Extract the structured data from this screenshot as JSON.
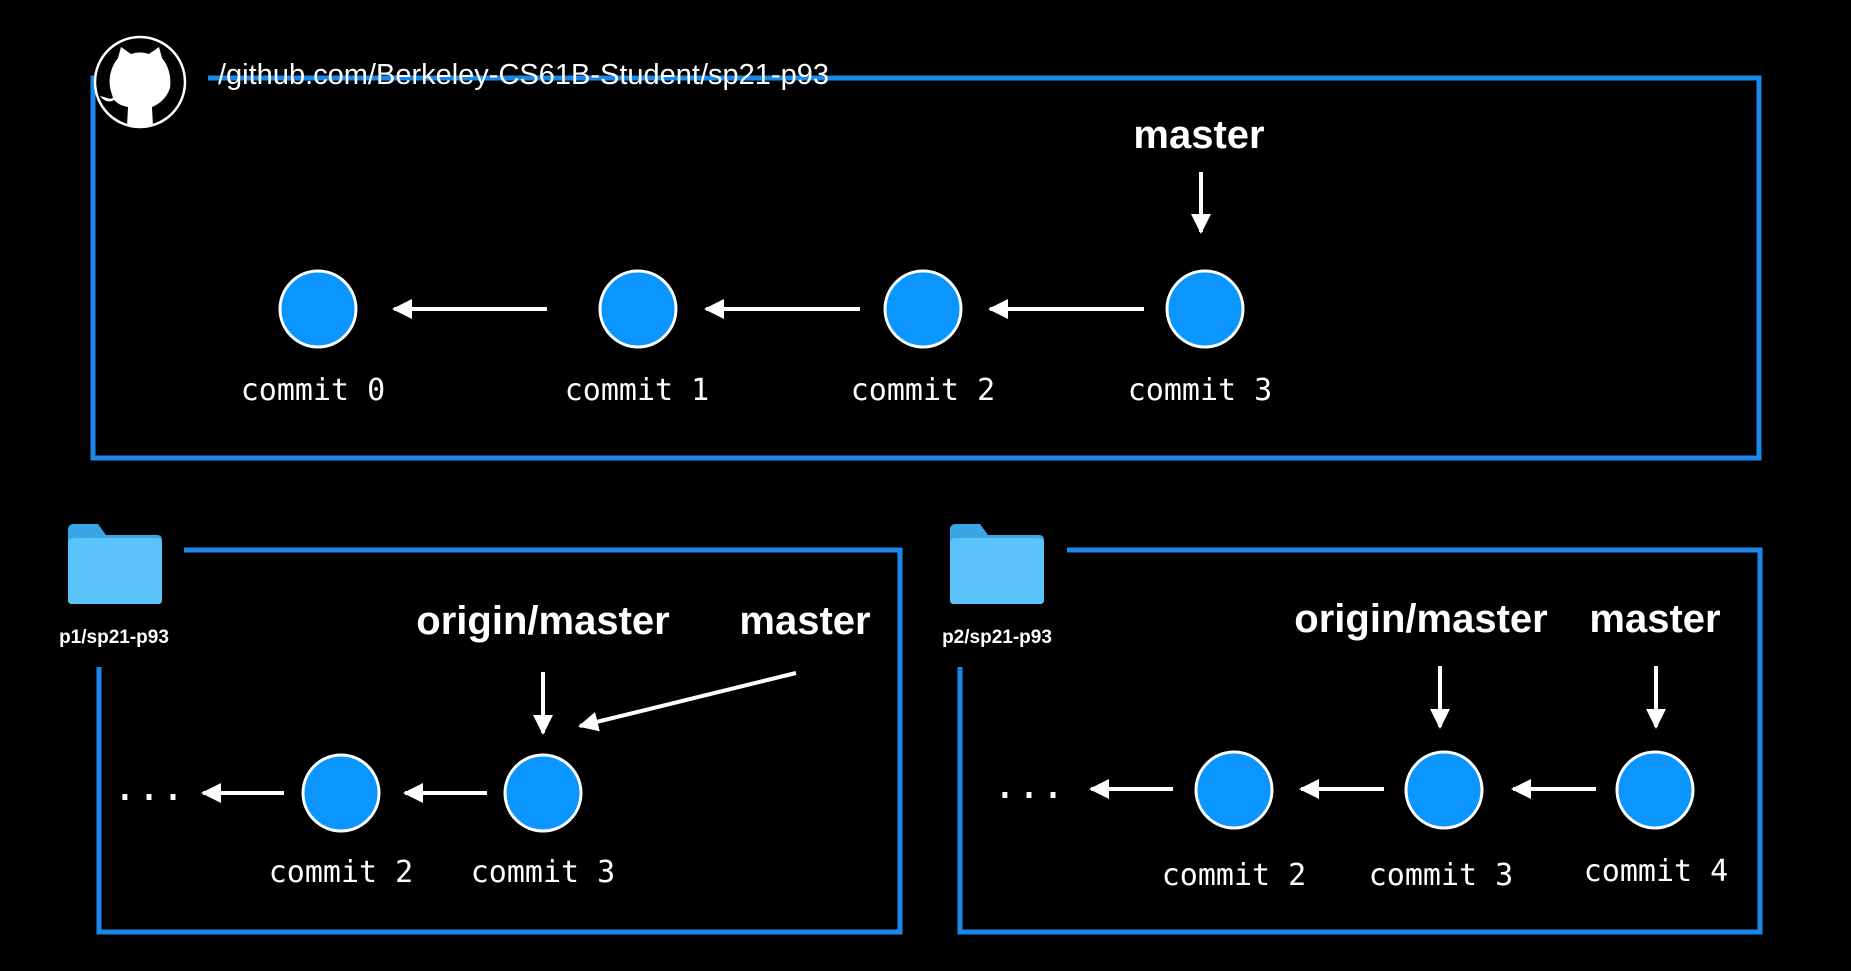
{
  "colors": {
    "background": "#000000",
    "frame": "#1a88e8",
    "node_fill": "#0a95ff",
    "node_stroke": "#ffffff",
    "arrow": "#ffffff",
    "text": "#ffffff",
    "folder": "#4db8f5"
  },
  "remote": {
    "url": "/github.com/Berkeley-CS61B-Student/sp21-p93",
    "icon": "github-icon",
    "branch_label": "master",
    "commits": [
      "commit 0",
      "commit 1",
      "commit 2",
      "commit 3"
    ]
  },
  "local_p1": {
    "folder_label": "p1/sp21-p93",
    "icon": "folder-icon",
    "ellipsis": "...",
    "labels": {
      "origin": "origin/master",
      "master": "master"
    },
    "commits": [
      "commit 2",
      "commit 3"
    ]
  },
  "local_p2": {
    "folder_label": "p2/sp21-p93",
    "icon": "folder-icon",
    "ellipsis": "...",
    "labels": {
      "origin": "origin/master",
      "master": "master"
    },
    "commits": [
      "commit 2",
      "commit 3",
      "commit 4"
    ]
  }
}
